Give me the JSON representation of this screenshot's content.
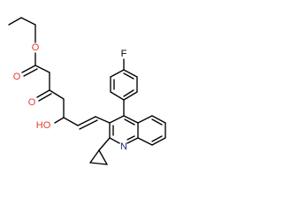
{
  "colors": {
    "background": "#ffffff",
    "bond": "#000000",
    "oxygen": "#e53935",
    "nitrogen": "#1a237e",
    "fluorine": "#000000"
  },
  "atom_labels": {
    "ester_ether_o": "O",
    "ester_carbonyl_o": "O",
    "ketone_o": "O",
    "hydroxyl": "HO",
    "fluorine": "F",
    "nitrogen": "N"
  }
}
